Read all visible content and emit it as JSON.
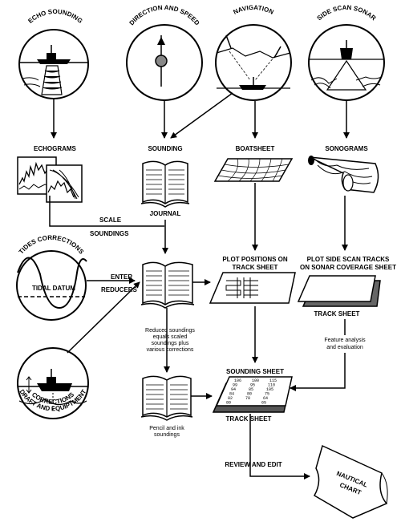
{
  "panels": {
    "echo": "ECHO SOUNDING",
    "direction": "DIRECTION AND SPEED",
    "navigation": "NAVIGATION",
    "sidescan": "SIDE SCAN SONAR",
    "tides": "TIDES CORRECTIONS",
    "tidal_datum": "TIDAL DATUM",
    "draft_line1": "DRAFT AND EQUIPTMENT",
    "draft_line2": "CORRECTIONS"
  },
  "labels": {
    "echograms": "ECHOGRAMS",
    "sounding": "SOUNDING",
    "boatsheet": "BOATSHEET",
    "sonograms": "SONOGRAMS",
    "journal": "JOURNAL",
    "scale": "SCALE",
    "soundings": "SOUNDINGS",
    "enter": "ENTER",
    "reducers": "REDUCERS",
    "plot_positions_1": "PLOT POSITIONS ON",
    "plot_positions_2": "TRACK SHEET",
    "plot_side_1": "PLOT SIDE SCAN TRACKS",
    "plot_side_2": "ON SONAR COVERAGE SHEET",
    "track_sheet_right": "TRACK SHEET",
    "reduced_1": "Reduced soundings",
    "reduced_2": "equals scaled",
    "reduced_3": "soundings plus",
    "reduced_4": "various corrections",
    "feature_1": "Feature analysis",
    "feature_2": "and evaluation",
    "sounding_sheet": "SOUNDING SHEET",
    "track_sheet_bottom": "TRACK SHEET",
    "pencil_1": "Pencil and ink",
    "pencil_2": "soundings",
    "review": "REVIEW AND EDIT",
    "nautical_1": "NAUTICAL",
    "nautical_2": "CHART"
  },
  "sounding_numbers": [
    [
      "106",
      "100",
      "115"
    ],
    [
      "99",
      "95",
      "110"
    ],
    [
      "94",
      "85",
      "105"
    ],
    [
      "84",
      "80",
      "75"
    ],
    [
      "82",
      "70",
      "64"
    ],
    [
      "80",
      "",
      "65"
    ]
  ]
}
